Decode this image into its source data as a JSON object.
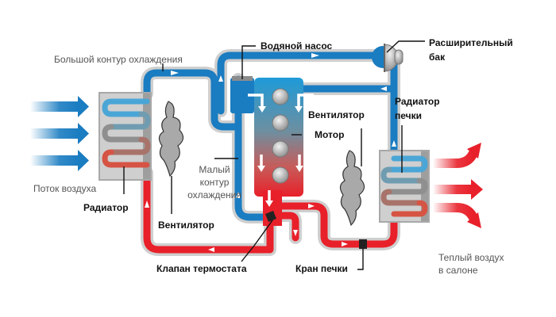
{
  "diagram": {
    "title": "Система охлаждения двигателя",
    "labels": {
      "big_loop": "Большой контур охлаждения",
      "water_pump": "Водяной насос",
      "expansion_tank_line1": "Расширительный",
      "expansion_tank_line2": "бак",
      "heater_radiator_line1": "Радиатор",
      "heater_radiator_line2": "печки",
      "fan_right": "Вентилятор",
      "motor": "Мотор",
      "small_loop_line1": "Малый",
      "small_loop_line2": "контур",
      "small_loop_line3": "охлаждения",
      "airflow": "Поток воздуха",
      "radiator": "Радиатор",
      "fan_left": "Вентилятор",
      "thermostat_valve": "Клапан термостата",
      "heater_tap": "Кран печки",
      "warm_air_line1": "Теплый воздух",
      "warm_air_line2": "в салоне"
    },
    "colors": {
      "cold": "#1a7cc1",
      "hot": "#e8202a",
      "casing": "#c9c9c9",
      "fan": "#a9a9a9"
    }
  }
}
